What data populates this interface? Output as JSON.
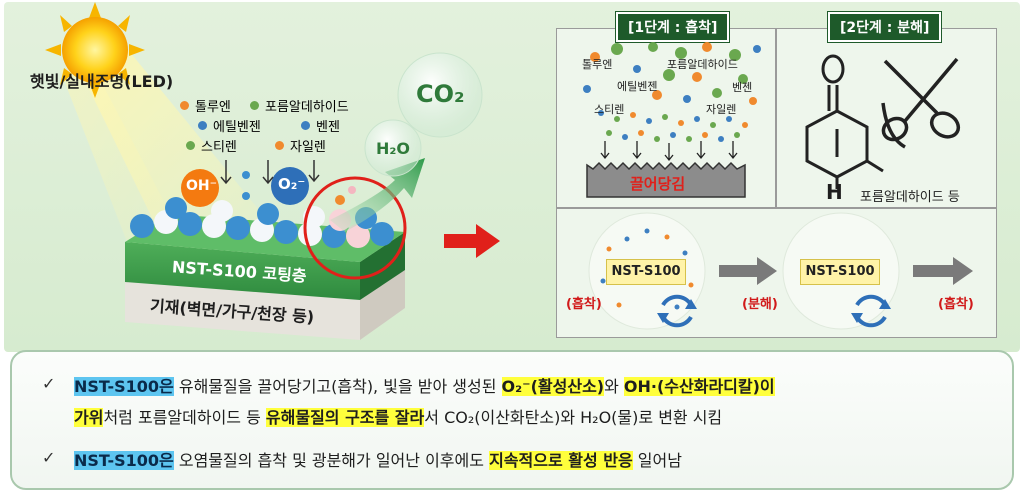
{
  "left": {
    "light_source": "햇빛/실내조명(LED)",
    "pollutants": [
      {
        "label": "톨루엔",
        "color": "#f08a2e"
      },
      {
        "label": "포름알데하이드",
        "color": "#6aa84f"
      },
      {
        "label": "에틸벤젠",
        "color": "#3d7fc1"
      },
      {
        "label": "벤젠",
        "color": "#3d7fc1"
      },
      {
        "label": "스티렌",
        "color": "#6aa84f"
      },
      {
        "label": "자일렌",
        "color": "#f08a2e"
      }
    ],
    "oh_label": "OH⁻",
    "o2_label": "O₂⁻",
    "co2_label": "CO₂",
    "h2o_label": "H₂O",
    "coating_label": "NST-S100 코팅층",
    "substrate_label": "기재(벽면/가구/천장 등)"
  },
  "stage1": {
    "tag": "[1단계 : 흡착]",
    "labels": [
      "톨루엔",
      "포름알데하이드",
      "에틸벤젠",
      "벤젠",
      "스티렌",
      "자일렌"
    ],
    "bar_label": "끌어당김"
  },
  "stage2": {
    "tag": "[2단계 : 분해]",
    "h_label": "H",
    "caption": "포름알데하이드 등"
  },
  "cycle": {
    "box1": "NST-S100",
    "box2": "NST-S100",
    "label_adsorb_1": "(흡착)",
    "label_decompose": "(분해)",
    "label_adsorb_2": "(흡착)"
  },
  "bottom": {
    "check": "✓",
    "line1": {
      "a": "NST-S100은",
      "b": " 유해물질을 끌어당기고(흡착), 빛을 받아 생성된 ",
      "c": "O₂⁻(활성산소)",
      "d": "와 ",
      "e": "OH·(수산화라디칼)이"
    },
    "line2": {
      "a": "가위",
      "b": "처럼 포름알데하이드 등 ",
      "c": "유해물질의 구조를 잘라",
      "d": "서 CO₂(이산화탄소)와 H₂O(물)로 변환 시킴"
    },
    "line3": {
      "a": "NST-S100은",
      "b": " 오염물질의 흡착 및 광분해가 일어난 이후에도 ",
      "c": "지속적으로 활성 반응",
      "d": " 일어남"
    }
  },
  "colors": {
    "highlight_blue": "#5dc5f0",
    "highlight_yellow": "#ffff3c",
    "tag_green": "#1e5a2a",
    "arrow_red": "#e0201a",
    "label_red": "#d11a1a"
  }
}
